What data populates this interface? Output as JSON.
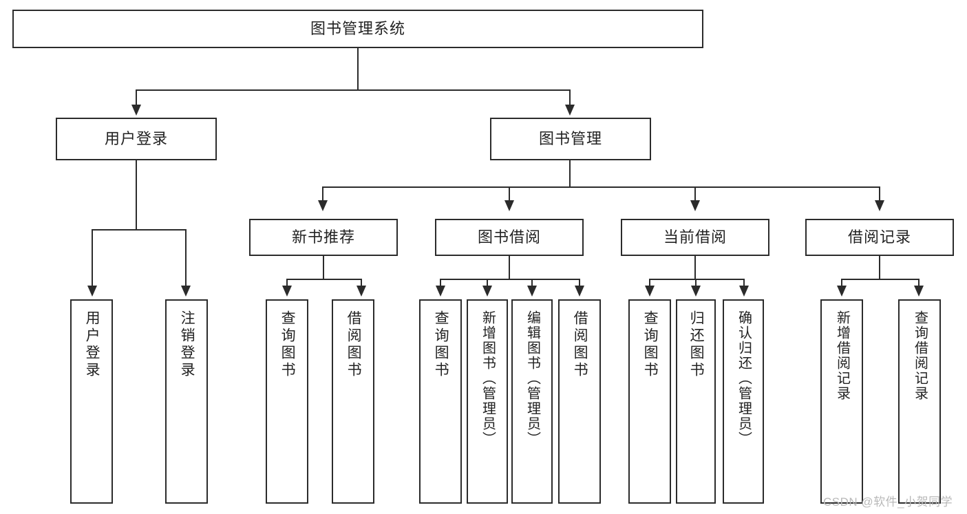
{
  "diagram": {
    "title": "图书管理系统",
    "type": "hierarchy-tree",
    "root": {
      "id": "root",
      "label": "图书管理系统"
    },
    "level2": [
      {
        "id": "user-login",
        "label": "用户登录"
      },
      {
        "id": "book-management",
        "label": "图书管理"
      }
    ],
    "level3": [
      {
        "id": "new-book-recommend",
        "label": "新书推荐"
      },
      {
        "id": "book-borrow",
        "label": "图书借阅"
      },
      {
        "id": "current-borrow",
        "label": "当前借阅"
      },
      {
        "id": "borrow-record",
        "label": "借阅记录"
      }
    ],
    "leaves": {
      "user_login": [
        {
          "id": "leaf-user-login",
          "label": "用户登录"
        },
        {
          "id": "leaf-logout-login",
          "label": "注销登录"
        }
      ],
      "new_book_recommend": [
        {
          "id": "leaf-query-book-1",
          "label": "查询图书"
        },
        {
          "id": "leaf-borrow-book-1",
          "label": "借阅图书"
        }
      ],
      "book_borrow": [
        {
          "id": "leaf-query-book-2",
          "label": "查询图书"
        },
        {
          "id": "leaf-add-book",
          "label": "新增图书（管理员）"
        },
        {
          "id": "leaf-edit-book",
          "label": "编辑图书（管理员）"
        },
        {
          "id": "leaf-borrow-book-2",
          "label": "借阅图书"
        }
      ],
      "current_borrow": [
        {
          "id": "leaf-query-book-3",
          "label": "查询图书"
        },
        {
          "id": "leaf-return-book",
          "label": "归还图书"
        },
        {
          "id": "leaf-confirm-return",
          "label": "确认归还（管理员）"
        }
      ],
      "borrow_record": [
        {
          "id": "leaf-add-record",
          "label": "新增借阅记录"
        },
        {
          "id": "leaf-query-record",
          "label": "查询借阅记录"
        }
      ]
    }
  },
  "watermark": {
    "text": "CSDN @软件_小贺同学"
  },
  "colors": {
    "stroke": "#2b2b2b",
    "background": "#ffffff",
    "text": "#222222",
    "watermark": "#b9b9b9"
  }
}
